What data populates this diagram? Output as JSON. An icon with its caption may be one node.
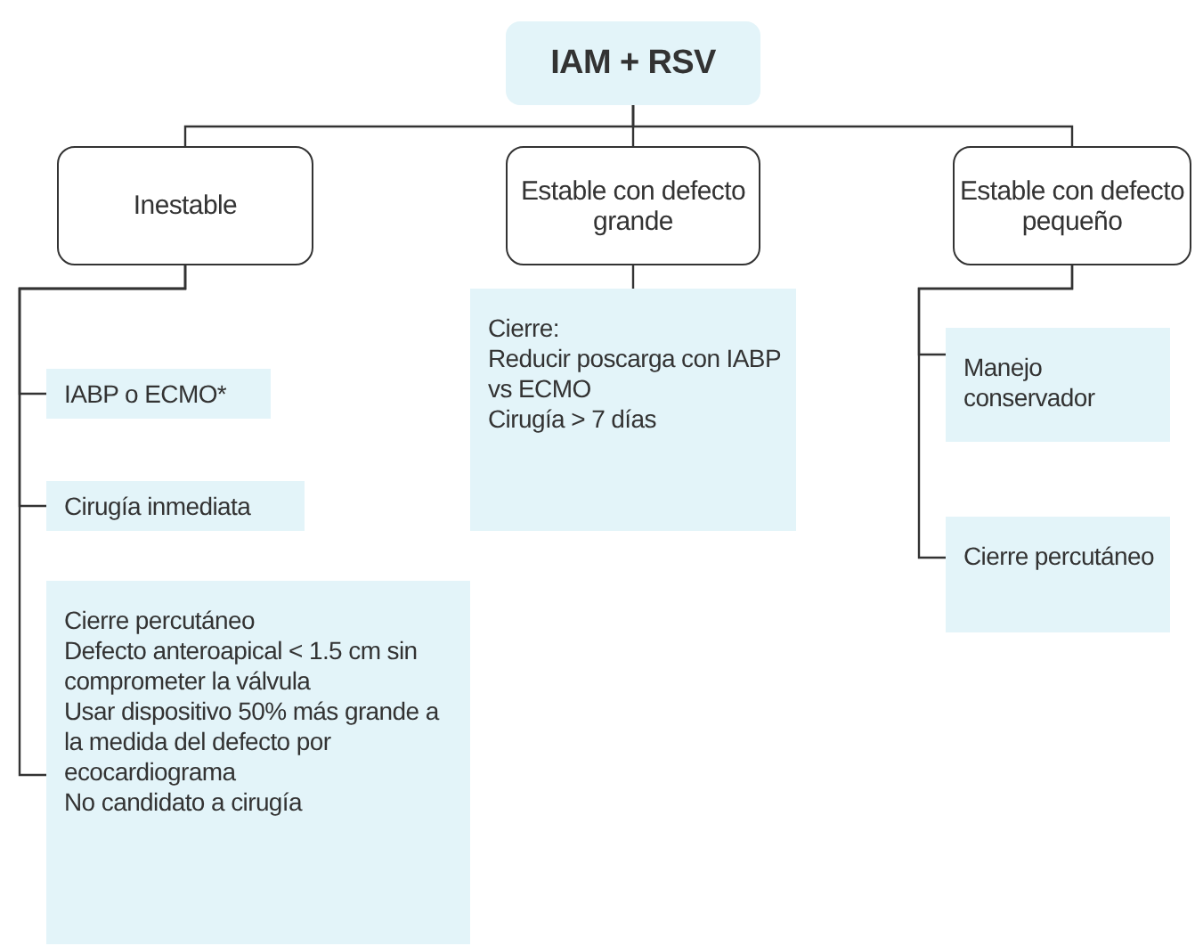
{
  "diagram": {
    "nodes": [
      {
        "text": [
          "IAM + RSV"
        ]
      },
      {
        "text": [
          "Inestable"
        ]
      },
      {
        "text": [
          "Estable con defecto grande"
        ]
      },
      {
        "text": [
          "Estable con defecto pequeño"
        ]
      },
      {
        "text": [
          "IABP o ECMO*"
        ]
      },
      {
        "text": [
          "Cirugía inmediata"
        ]
      },
      {
        "text": [
          "Cierre percutáneo",
          "Defecto anteroapical < 1.5 cm sin comprometer la válvula",
          "Usar dispositivo 50% más grande a la medida del defecto por ecocardiograma",
          "No candidato a cirugía"
        ]
      },
      {
        "text": [
          "Cierre:",
          "Reducir poscarga con IABP vs ECMO",
          "Cirugía > 7 días"
        ]
      },
      {
        "text": [
          "Manejo conservador"
        ]
      },
      {
        "text": [
          "Cierre percutáneo"
        ]
      }
    ],
    "edges": [
      {
        "from": 0,
        "to": 1,
        "arrow": "none"
      },
      {
        "from": 0,
        "to": 2,
        "arrow": "none"
      },
      {
        "from": 0,
        "to": 3,
        "arrow": "none"
      },
      {
        "from": 1,
        "to": 4,
        "arrow": "none"
      },
      {
        "from": 1,
        "to": 5,
        "arrow": "none"
      },
      {
        "from": 1,
        "to": 6,
        "arrow": "none"
      },
      {
        "from": 2,
        "to": 7,
        "arrow": "none"
      },
      {
        "from": 3,
        "to": 8,
        "arrow": "none"
      },
      {
        "from": 3,
        "to": 9,
        "arrow": "none"
      }
    ]
  }
}
